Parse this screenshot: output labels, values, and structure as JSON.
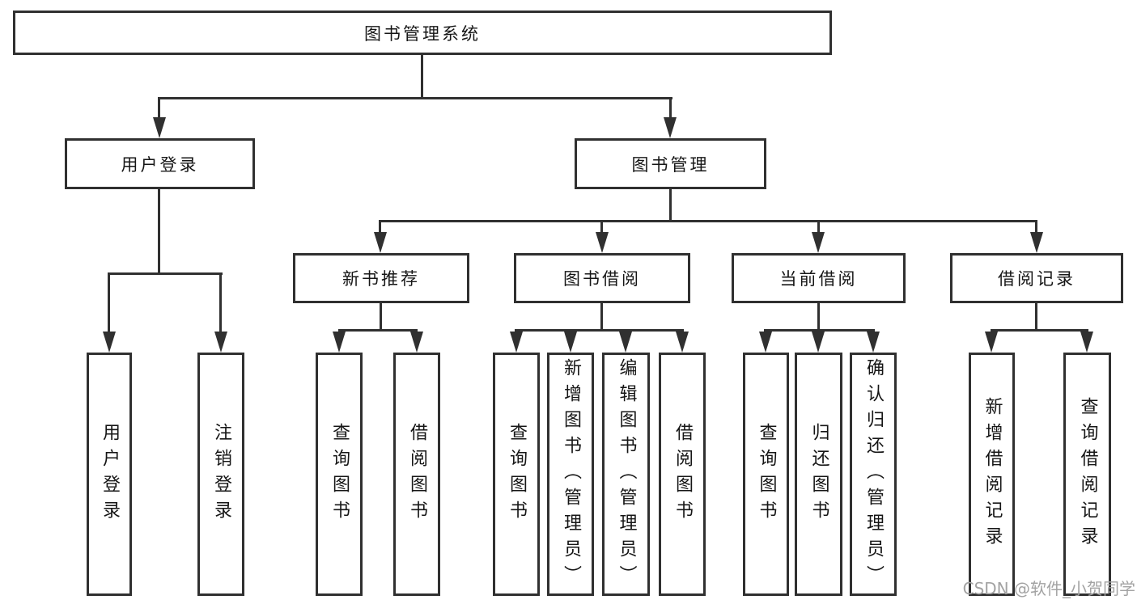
{
  "diagram": {
    "title": "图书管理系统",
    "branches": [
      {
        "label": "用户登录",
        "children": [
          {
            "label": "用户登录"
          },
          {
            "label": "注销登录"
          }
        ]
      },
      {
        "label": "图书管理",
        "groups": [
          {
            "label": "新书推荐",
            "children": [
              {
                "label": "查询图书"
              },
              {
                "label": "借阅图书"
              }
            ]
          },
          {
            "label": "图书借阅",
            "children": [
              {
                "label": "查询图书"
              },
              {
                "label": "新增图书（管理员）"
              },
              {
                "label": "编辑图书（管理员）"
              },
              {
                "label": "借阅图书"
              }
            ]
          },
          {
            "label": "当前借阅",
            "children": [
              {
                "label": "查询图书"
              },
              {
                "label": "归还图书"
              },
              {
                "label": "确认归还（管理员）"
              }
            ]
          },
          {
            "label": "借阅记录",
            "children": [
              {
                "label": "新增借阅记录"
              },
              {
                "label": "查询借阅记录"
              }
            ]
          }
        ]
      }
    ]
  },
  "watermark": {
    "text": "CSDN @软件_小贺同学"
  },
  "colors": {
    "line": "#303030",
    "text": "#161616",
    "watermark": "#a3a3a3",
    "background": "#ffffff"
  }
}
